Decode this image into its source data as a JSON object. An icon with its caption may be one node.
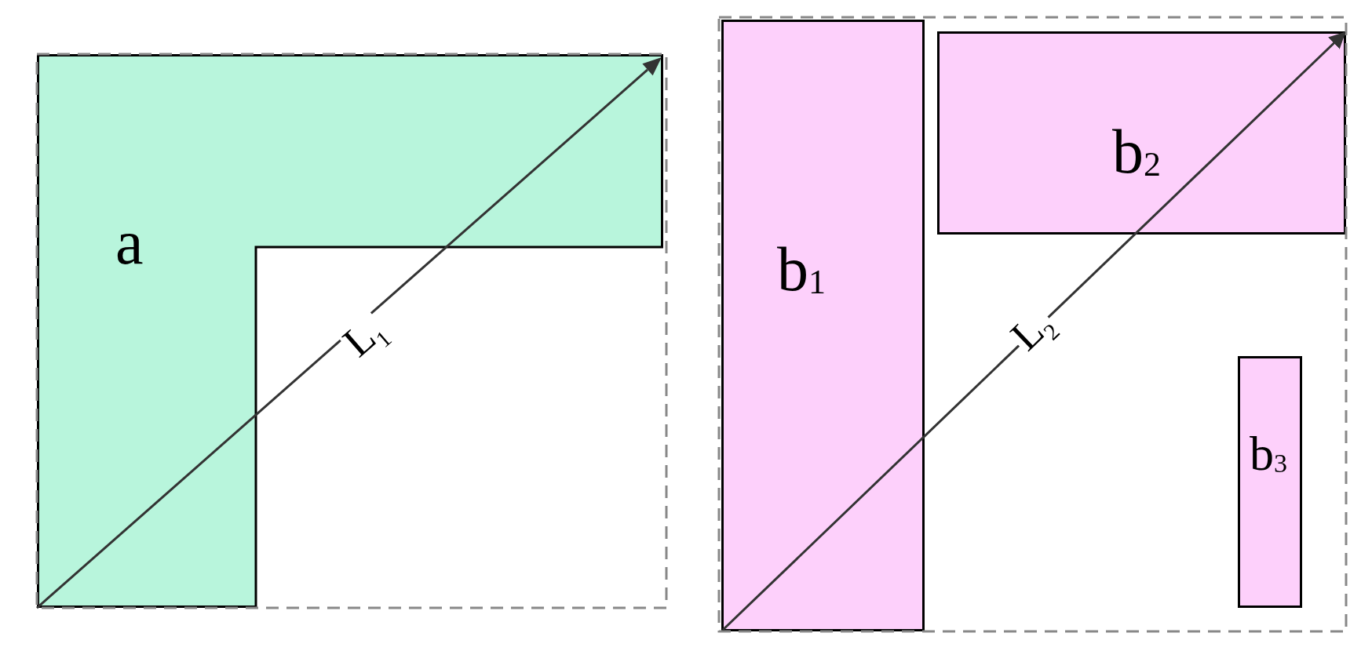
{
  "diagram": {
    "nodes": [
      {
        "text": [
          "a"
        ]
      },
      {
        "text": [
          "b$_{1}$"
        ]
      },
      {
        "text": [
          "b$_{2}$"
        ]
      },
      {
        "text": [
          "b$_{3}$"
        ]
      }
    ],
    "edges": [
      {
        "from": 1,
        "to": 2,
        "arrow": "to",
        "label": "L$_{2}$"
      }
    ],
    "labels": [
      "L$_{1}$"
    ]
  }
}
